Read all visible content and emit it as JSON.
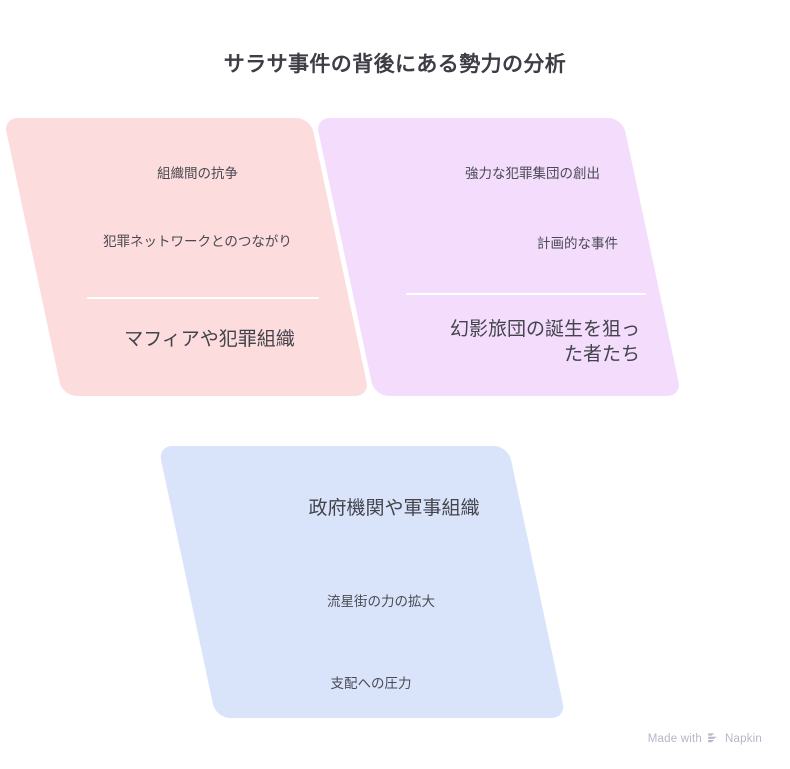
{
  "page": {
    "title": "サラサ事件の背後にある勢力の分析",
    "background_color": "#ffffff",
    "title_color": "#3d3d46"
  },
  "cards": [
    {
      "id": "mafia",
      "heading": "マフィアや犯罪組織",
      "heading_position": "bottom",
      "fill_color": "#fcdcdc",
      "text_align": "center",
      "items": [
        "組織間の抗争",
        "犯罪ネットワークとのつながり"
      ]
    },
    {
      "id": "phantom",
      "heading": "幻影旅団の誕生を狙った者たち",
      "heading_position": "bottom",
      "fill_color": "#f4dcfd",
      "text_align": "right",
      "items": [
        "強力な犯罪集団の創出",
        "計画的な事件"
      ]
    },
    {
      "id": "gov",
      "heading": "政府機関や軍事組織",
      "heading_position": "top",
      "fill_color": "#d9e4fb",
      "text_align": "center",
      "items": [
        "流星街の力の拡大",
        "支配への圧力"
      ]
    }
  ],
  "watermark": {
    "prefix": "Made with",
    "brand": "Napkin",
    "logo_icon": "napkin-chevrons-icon",
    "color": "#b6b6c8"
  }
}
